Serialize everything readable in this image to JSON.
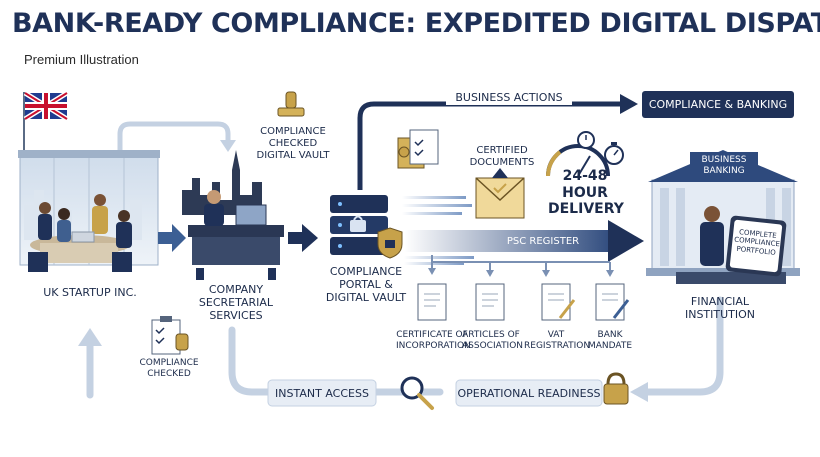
{
  "header": {
    "title": "BANK-READY COMPLIANCE: EXPEDITED DIGITAL DISPATCH",
    "subtitle": "Premium Illustration"
  },
  "nodes": {
    "startup": "UK STARTUP INC.",
    "secretarial": "COMPANY SECRETARIAL SERVICES",
    "vault_top": "COMPLIANCE CHECKED DIGITAL VAULT",
    "portal": "COMPLIANCE PORTAL & DIGITAL VAULT",
    "certified": "CERTIFIED DOCUMENTS",
    "delivery": "24-48 HOUR DELIVERY",
    "psc": "PSC REGISTER",
    "bank_sign": "BUSINESS BANKING",
    "financial": "FINANCIAL INSTITUTION",
    "portfolio": "COMPLETE COMPLIANCE PORTFOLIO",
    "checked": "COMPLIANCE CHECKED"
  },
  "flow": {
    "business_actions": "BUSINESS ACTIONS",
    "compliance_banking": "COMPLIANCE & BANKING",
    "instant_access": "INSTANT ACCESS",
    "operational_readiness": "OPERATIONAL READINESS"
  },
  "documents": [
    {
      "label": "CERTIFICATE OF INCORPORATION"
    },
    {
      "label": "ARTICLES OF ASSOCIATION"
    },
    {
      "label": "VAT REGISTRATION"
    },
    {
      "label": "BANK MANDATE"
    }
  ],
  "colors": {
    "navy": "#1c2b4a",
    "steel": "#2e4a7d",
    "light_flow": "#b9c8dc",
    "gold": "#c7a24a"
  }
}
